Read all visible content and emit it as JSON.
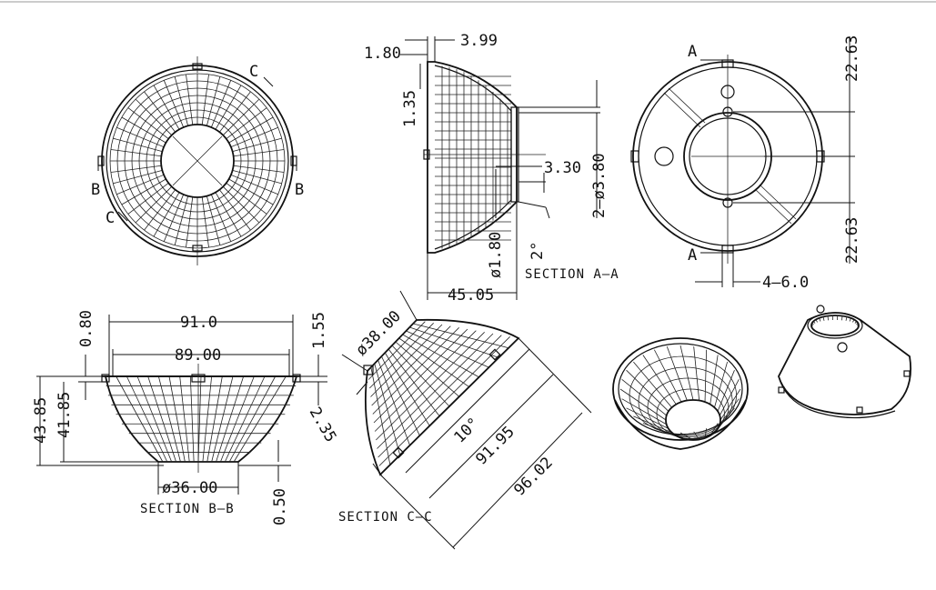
{
  "top_border_color": "#cccccc",
  "line_color": "#111111",
  "front_view": {
    "label_c_top": "C",
    "label_c_bottom": "C",
    "label_b_left": "B",
    "label_b_right": "B"
  },
  "section_aa": {
    "title": "SECTION A—A",
    "dim_1_80": "1.80",
    "dim_3_99": "3.99",
    "dim_1_35": "1.35",
    "dim_3_30": "3.30",
    "dim_2_d3_80": "2—ø3.80",
    "dim_d1_80": "ø1.80",
    "dim_2deg": "2°",
    "dim_45_05": "45.05"
  },
  "rear_view": {
    "label_a_top": "A",
    "label_a_bottom": "A",
    "dim_22_63_top": "22.63",
    "dim_22_63_bottom": "22.63",
    "dim_4_6_0": "4—6.0"
  },
  "section_bb": {
    "title": "SECTION B—B",
    "dim_91_0": "91.0",
    "dim_89_00": "89.00",
    "dim_0_80": "0.80",
    "dim_1_55": "1.55",
    "dim_43_85": "43.85",
    "dim_41_85": "41.85",
    "dim_d36_00": "ø36.00",
    "dim_0_50": "0.50"
  },
  "section_cc": {
    "title": "SECTION C—C",
    "dim_d38_00": "ø38.00",
    "dim_2_35": "2.35",
    "dim_10deg": "10°",
    "dim_91_95": "91.95",
    "dim_96_02": "96.02"
  }
}
